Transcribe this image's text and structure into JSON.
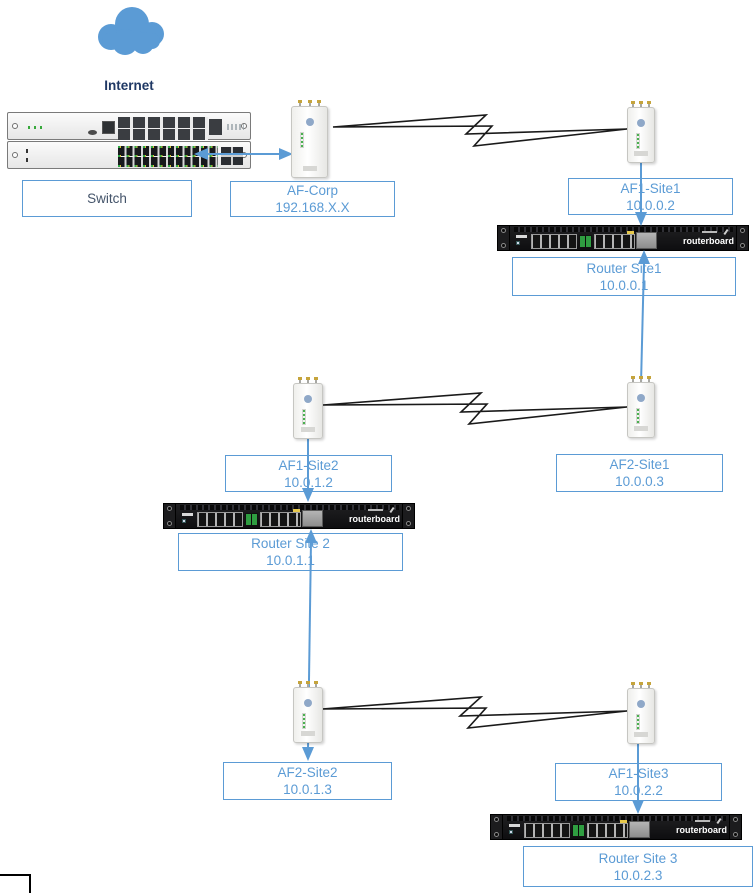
{
  "colors": {
    "accent": "#5B9BD5",
    "internet_text": "#1F3864",
    "switch_text": "#44546A",
    "bolt_stroke": "#1a1a1a"
  },
  "cloud": {
    "label": "Internet"
  },
  "brand": {
    "routerboard": "routerboard"
  },
  "nodes": {
    "switch": {
      "line1": "Switch",
      "line2": ""
    },
    "af_corp": {
      "line1": "AF-Corp",
      "line2": "192.168.X.X"
    },
    "af1_site1": {
      "line1": "AF1-Site1",
      "line2": "10.0.0.2"
    },
    "router_site1": {
      "line1": "Router Site1",
      "line2": "10.0.0.1"
    },
    "af1_site2": {
      "line1": "AF1-Site2",
      "line2": "10.0.1.2"
    },
    "af2_site1": {
      "line1": "AF2-Site1",
      "line2": "10.0.0.3"
    },
    "router_site2": {
      "line1": "Router Site 2",
      "line2": "10.0.1.1"
    },
    "af2_site2": {
      "line1": "AF2-Site2",
      "line2": "10.0.1.3"
    },
    "af1_site3": {
      "line1": "AF1-Site3",
      "line2": "10.0.2.2"
    },
    "router_site3": {
      "line1": "Router Site 3",
      "line2": "10.0.2.3"
    }
  }
}
